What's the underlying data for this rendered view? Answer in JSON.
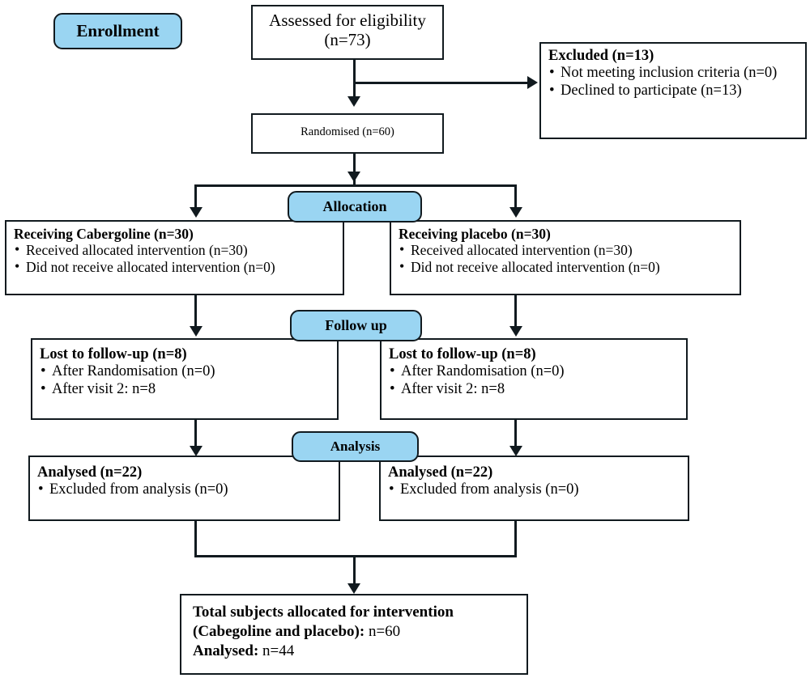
{
  "diagram": {
    "title": "CONSORT participant flow diagram",
    "accent_color": "#9ad5f2",
    "line_color": "#111a1f"
  },
  "stage_badges": [
    {
      "id": "enrollment",
      "label": "Enrollment"
    },
    {
      "id": "allocation",
      "label": "Allocation"
    },
    {
      "id": "followup",
      "label": "Follow up"
    },
    {
      "id": "analysis",
      "label": "Analysis"
    }
  ],
  "boxes": {
    "assessed": {
      "line1": "Assessed for eligibility",
      "line2": "(n=73)"
    },
    "randomised": {
      "line1": "Randomised (n=60)"
    },
    "excluded": {
      "title": "Excluded (n=13)",
      "items": [
        "Not meeting inclusion criteria (n=0)",
        "Declined to participate (n=13)"
      ]
    },
    "alloc_left": {
      "title": "Receiving Cabergoline (n=30)",
      "items": [
        "Received allocated intervention (n=30)",
        "Did not receive allocated intervention (n=0)"
      ]
    },
    "alloc_right": {
      "title": "Receiving placebo (n=30)",
      "items": [
        "Received allocated intervention (n=30)",
        "Did not receive allocated intervention (n=0)"
      ]
    },
    "follow_left": {
      "title": "Lost to follow-up (n=8)",
      "items": [
        "After Randomisation (n=0)",
        "After visit 2: n=8"
      ]
    },
    "follow_right": {
      "title": "Lost to follow-up (n=8)",
      "items": [
        "After Randomisation (n=0)",
        "After visit 2: n=8"
      ]
    },
    "analysis_left": {
      "title": "Analysed (n=22)",
      "items": [
        "Excluded from analysis (n=0)"
      ]
    },
    "analysis_right": {
      "title": "Analysed (n=22)",
      "items": [
        "Excluded from analysis (n=0)"
      ]
    },
    "total": {
      "line1": "Total subjects allocated for intervention",
      "line2_bold": "(Cabegoline and placebo):",
      "line2_plain": " n=60",
      "line3_bold": "Analysed:",
      "line3_plain": " n=44"
    }
  }
}
